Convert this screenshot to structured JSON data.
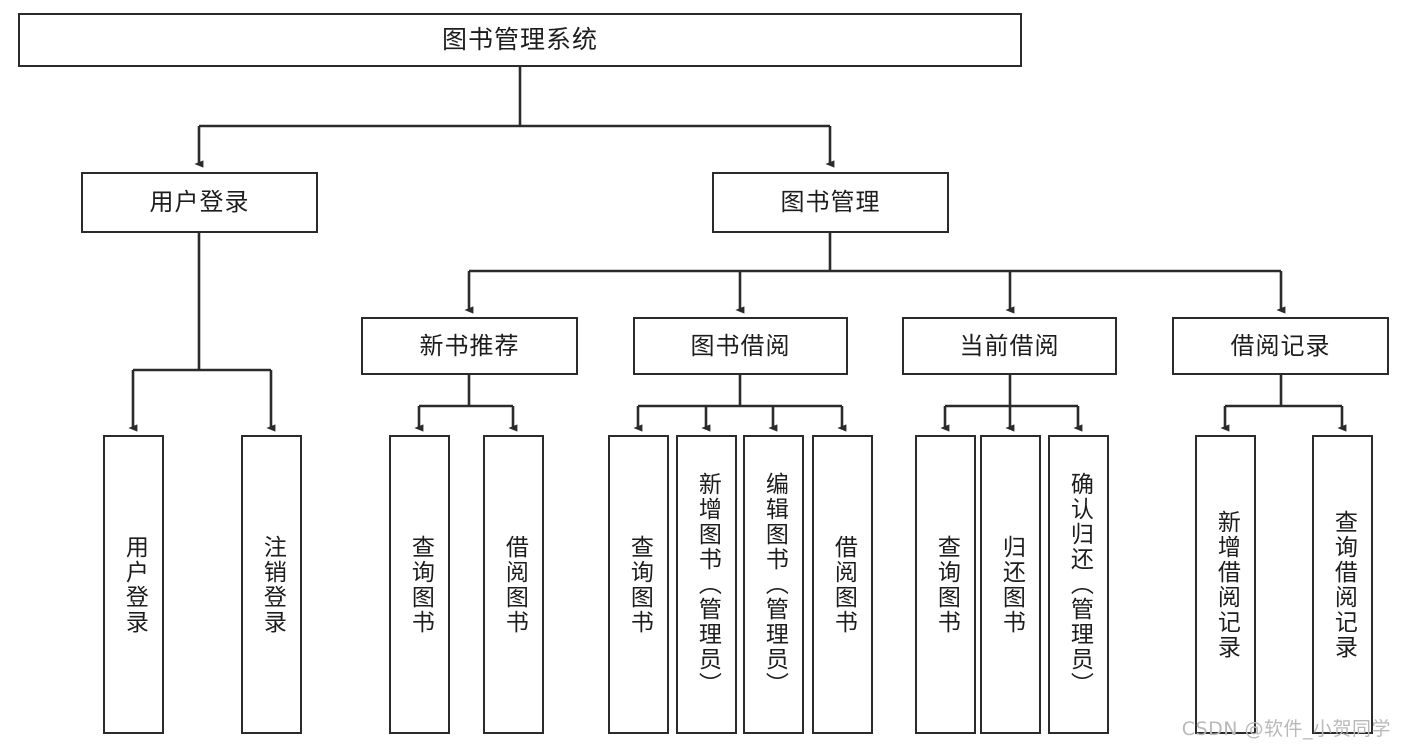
{
  "diagram": {
    "title": "图书管理系统",
    "type": "tree-hierarchy-chart",
    "watermark": "CSDN @软件_小贺同学",
    "colors": {
      "stroke": "#2b2b2b",
      "fill": "#ffffff",
      "text": "#1d1d1d",
      "watermark": "#b9b9b9"
    },
    "nodes": {
      "root": {
        "label": "图书管理系统"
      },
      "level2": [
        {
          "label": "用户登录"
        },
        {
          "label": "图书管理"
        }
      ],
      "level3": [
        {
          "label": "新书推荐"
        },
        {
          "label": "图书借阅"
        },
        {
          "label": "当前借阅"
        },
        {
          "label": "借阅记录"
        }
      ],
      "leaves": {
        "user_login": [
          {
            "label": "用户登录"
          },
          {
            "label": "注销登录"
          }
        ],
        "new_book_recommend": [
          {
            "label": "查询图书"
          },
          {
            "label": "借阅图书"
          }
        ],
        "book_borrow": [
          {
            "label": "查询图书"
          },
          {
            "label": "新增图书（管理员）"
          },
          {
            "label": "编辑图书（管理员）"
          },
          {
            "label": "借阅图书"
          }
        ],
        "current_borrow": [
          {
            "label": "查询图书"
          },
          {
            "label": "归还图书"
          },
          {
            "label": "确认归还（管理员）"
          }
        ],
        "borrow_records": [
          {
            "label": "新增借阅记录"
          },
          {
            "label": "查询借阅记录"
          }
        ]
      }
    }
  }
}
